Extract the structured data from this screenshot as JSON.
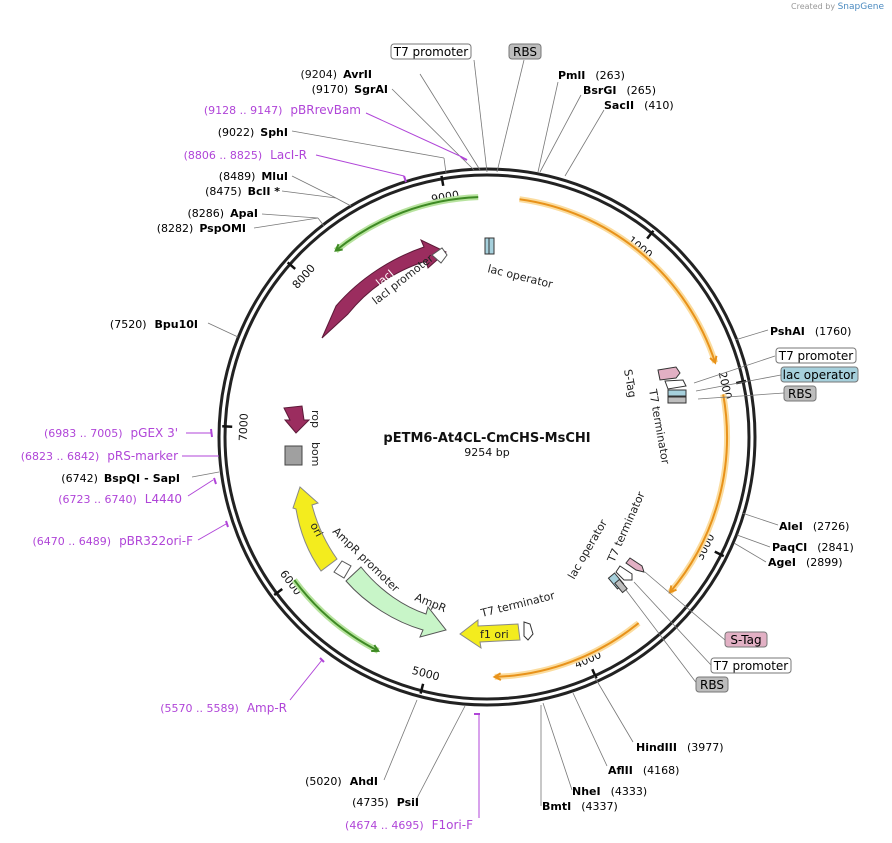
{
  "credit": {
    "prefix": "Created by",
    "brand": "SnapGene"
  },
  "map": {
    "name": "pETM6-At4CL-CmCHS-MsCHI",
    "length_label": "9254 bp",
    "total_bp": 9254,
    "ticks": [
      {
        "bp": 1000,
        "label": "1000"
      },
      {
        "bp": 2000,
        "label": "2000"
      },
      {
        "bp": 3000,
        "label": "3000"
      },
      {
        "bp": 4000,
        "label": "4000"
      },
      {
        "bp": 5000,
        "label": "5000"
      },
      {
        "bp": 6000,
        "label": "6000"
      },
      {
        "bp": 7000,
        "label": "7000"
      },
      {
        "bp": 8000,
        "label": "8000"
      },
      {
        "bp": 9000,
        "label": "9000"
      }
    ]
  },
  "colors": {
    "primer": "#b045d8",
    "orange": "#f7a826",
    "green": "#5db33a",
    "maroon": "#9b2d5f",
    "yellow": "#f3ec1e",
    "ampR": "#c8f5c8",
    "lacop": "#a6d0dc",
    "rbs": "#bdbdbd",
    "stag": "#e2b0c4",
    "grey": "#a0a0a0"
  },
  "enzymes": [
    {
      "name": "AvrII",
      "pos": "(9204)",
      "bp": 9204
    },
    {
      "name": "SgrAI",
      "pos": "(9170)",
      "bp": 9170
    },
    {
      "name": "SphI",
      "pos": "(9022)",
      "bp": 9022
    },
    {
      "name": "MluI",
      "pos": "(8489)",
      "bp": 8489
    },
    {
      "name": "BclI *",
      "pos": "(8475)",
      "bp": 8475
    },
    {
      "name": "ApaI",
      "pos": "(8286)",
      "bp": 8286
    },
    {
      "name": "PspOMI",
      "pos": "(8282)",
      "bp": 8282
    },
    {
      "name": "Bpu10I",
      "pos": "(7520)",
      "bp": 7520
    },
    {
      "name": "BspQI",
      "name2": "SapI",
      "pos": "(6742)",
      "bp": 6742
    },
    {
      "name": "PmlI",
      "pos": "(263)",
      "bp": 263
    },
    {
      "name": "BsrGI",
      "pos": "(265)",
      "bp": 265
    },
    {
      "name": "SacII",
      "pos": "(410)",
      "bp": 410
    },
    {
      "name": "PshAI",
      "pos": "(1760)",
      "bp": 1760
    },
    {
      "name": "AleI",
      "pos": "(2726)",
      "bp": 2726
    },
    {
      "name": "PaqCI",
      "pos": "(2841)",
      "bp": 2841
    },
    {
      "name": "AgeI",
      "pos": "(2899)",
      "bp": 2899
    },
    {
      "name": "HindIII",
      "pos": "(3977)",
      "bp": 3977
    },
    {
      "name": "AflII",
      "pos": "(4168)",
      "bp": 4168
    },
    {
      "name": "NheI",
      "pos": "(4333)",
      "bp": 4333
    },
    {
      "name": "BmtI",
      "pos": "(4337)",
      "bp": 4337
    },
    {
      "name": "AhdI",
      "pos": "(5020)",
      "bp": 5020
    },
    {
      "name": "PsiI",
      "pos": "(4735)",
      "bp": 4735
    }
  ],
  "primers": [
    {
      "name": "pBRrevBam",
      "range": "(9128 .. 9147)",
      "bp": 9137
    },
    {
      "name": "LacI-R",
      "range": "(8806 .. 8825)",
      "bp": 8815
    },
    {
      "name": "pGEX 3'",
      "range": "(6983 .. 7005)",
      "bp": 6994
    },
    {
      "name": "pRS-marker",
      "range": "(6823 .. 6842)",
      "bp": 6832
    },
    {
      "name": "L4440",
      "range": "(6723 .. 6740)",
      "bp": 6731
    },
    {
      "name": "pBR322ori-F",
      "range": "(6470 .. 6489)",
      "bp": 6480
    },
    {
      "name": "Amp-R",
      "range": "(5570 .. 5589)",
      "bp": 5580
    },
    {
      "name": "F1ori-F",
      "range": "(4674 .. 4695)",
      "bp": 4684
    }
  ],
  "boxed_features": [
    {
      "label": "T7 promoter",
      "style": "white"
    },
    {
      "label": "RBS",
      "style": "grey"
    },
    {
      "label": "T7 promoter",
      "style": "white"
    },
    {
      "label": "lac operator",
      "style": "blue"
    },
    {
      "label": "RBS",
      "style": "grey"
    },
    {
      "label": "S-Tag",
      "style": "pink"
    },
    {
      "label": "T7 promoter",
      "style": "white"
    },
    {
      "label": "RBS",
      "style": "grey"
    }
  ],
  "features": {
    "lacI": "lacI",
    "lacI_promoter": "lacI promoter",
    "lac_operator_top": "lac operator",
    "s_tag_1": "S-Tag",
    "t7_terminator_1": "T7 terminator",
    "t7_terminator_2": "T7 terminator",
    "lac_operator_2": "lac operator",
    "t7_terminator_3": "T7 terminator",
    "f1_ori": "f1 ori",
    "ampR": "AmpR",
    "ampR_promoter": "AmpR promoter",
    "ori": "ori",
    "rop": "rop",
    "bom": "bom"
  }
}
